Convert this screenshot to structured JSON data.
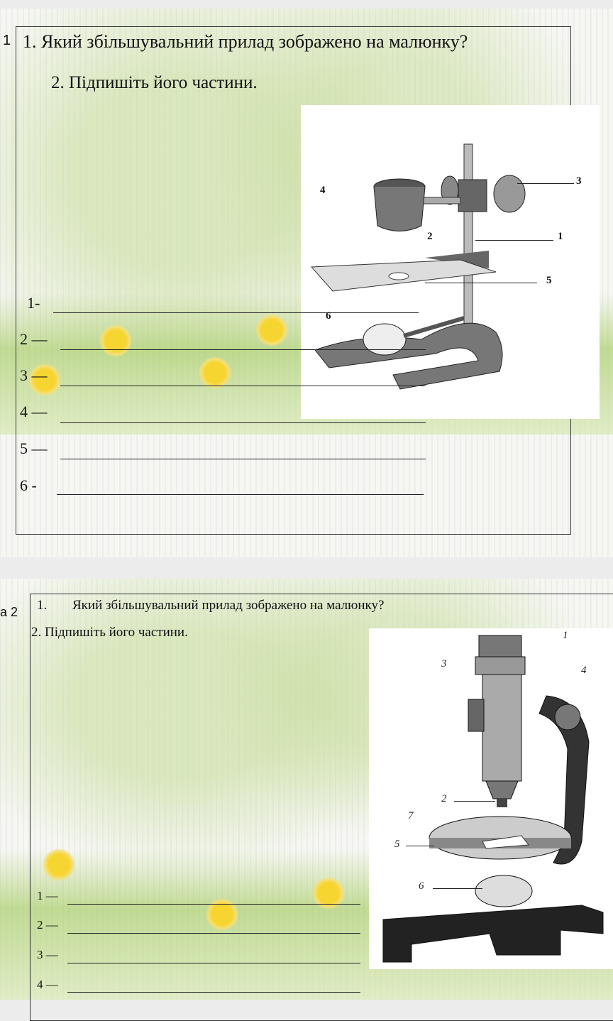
{
  "slide1": {
    "slide_number": "1",
    "question1": "1. Який збільшувальний прилад зображено на малюнку?",
    "question2": "2. Підпишіть його частини.",
    "answer_labels": [
      "1-",
      "2 —",
      "3 —",
      "4 —",
      "5 —",
      "6 -"
    ],
    "figure_labels": [
      "1",
      "2",
      "3",
      "4",
      "5",
      "6"
    ]
  },
  "slide2": {
    "slide_number": "а 2",
    "question1_num": "1.",
    "question1": "Який збільшувальний прилад зображено на малюнку?",
    "question2": "2.  Підпишіть його частини.",
    "answer_labels": [
      "1 —",
      "2 —",
      "3 —",
      "4 —"
    ],
    "figure_labels": [
      "1",
      "2",
      "3",
      "4",
      "5",
      "6",
      "7"
    ]
  }
}
